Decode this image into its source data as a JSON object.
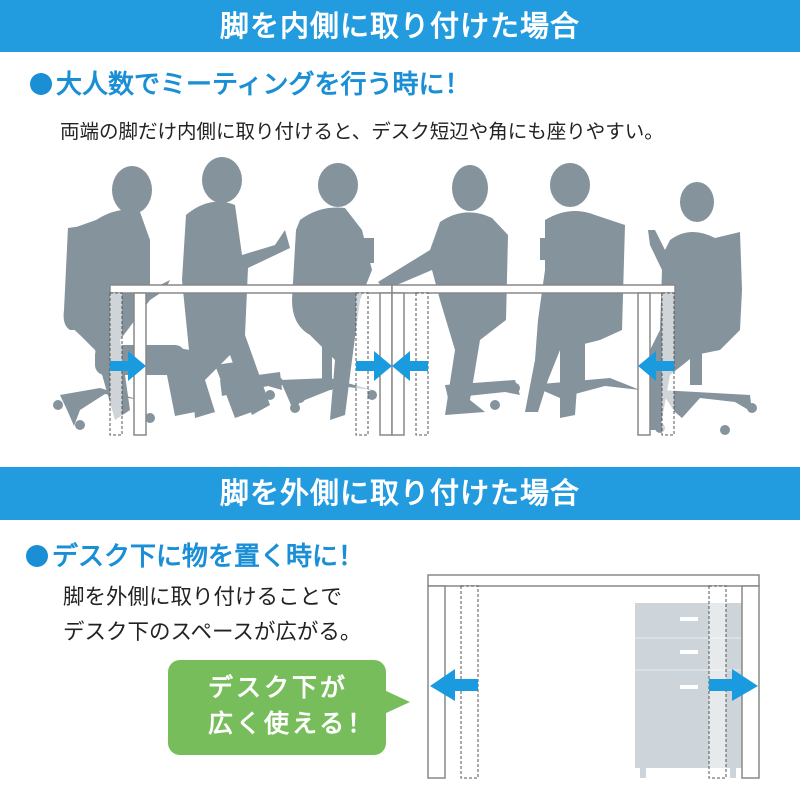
{
  "section_inside": {
    "banner_title": "脚を内側に取り付けた場合",
    "heading": "大人数でミーティングを行う時に！",
    "description": "両端の脚だけ内側に取り付けると、デスク短辺や角にも座りやすい。",
    "illustration": {
      "people_count": 6,
      "arrows": [
        "right",
        "right",
        "left",
        "left"
      ]
    }
  },
  "section_outside": {
    "banner_title": "脚を外側に取り付けた場合",
    "heading": "デスク下に物を置く時に！",
    "description_lines": [
      "脚を外側に取り付けることで",
      "デスク下のスペースが広がる。"
    ],
    "bubble_lines": [
      "デスク下が",
      "広く使える！"
    ],
    "illustration": {
      "arrows": [
        "left",
        "right"
      ],
      "cabinet_drawers": 3
    }
  },
  "colors": {
    "banner": "#229bdf",
    "heading": "#1a8fd6",
    "arrow": "#1a9be0",
    "silhouette": "#84939c",
    "bubble": "#77bd5b",
    "cabinet": "#cdd5db"
  }
}
